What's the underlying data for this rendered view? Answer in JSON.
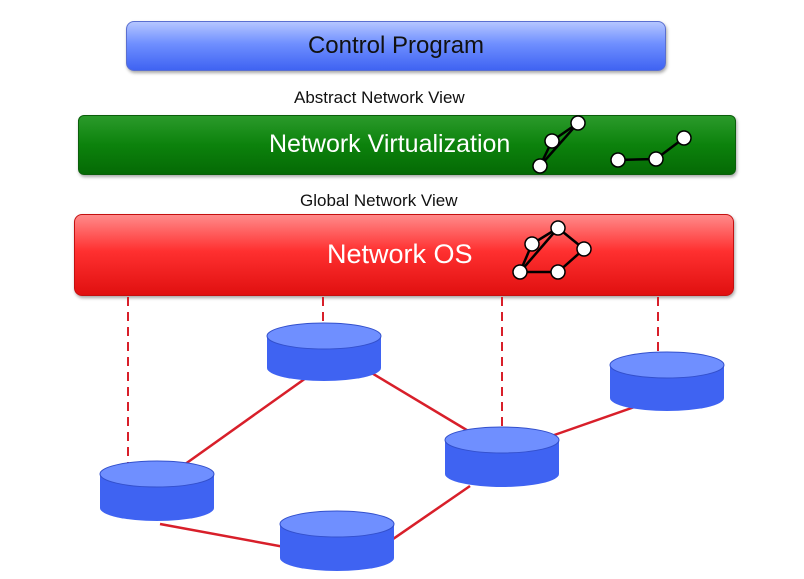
{
  "control": {
    "label": "Control Program",
    "color": "#5b7cff"
  },
  "abstract_view": {
    "label": "Abstract Network View"
  },
  "virtualization": {
    "label": "Network Virtualization",
    "color": "#0c820c"
  },
  "global_view": {
    "label": "Global Network View"
  },
  "network_os": {
    "label": "Network OS",
    "color": "#ff2a2a"
  },
  "switches": [
    {
      "name": "switch-top-center"
    },
    {
      "name": "switch-right"
    },
    {
      "name": "switch-middle-right"
    },
    {
      "name": "switch-left"
    },
    {
      "name": "switch-bottom-center"
    }
  ],
  "colors": {
    "switch_fill": "#3f63f2",
    "switch_top": "#6f8fff",
    "link": "#d81f2a",
    "control_link": "#d81f2a"
  }
}
